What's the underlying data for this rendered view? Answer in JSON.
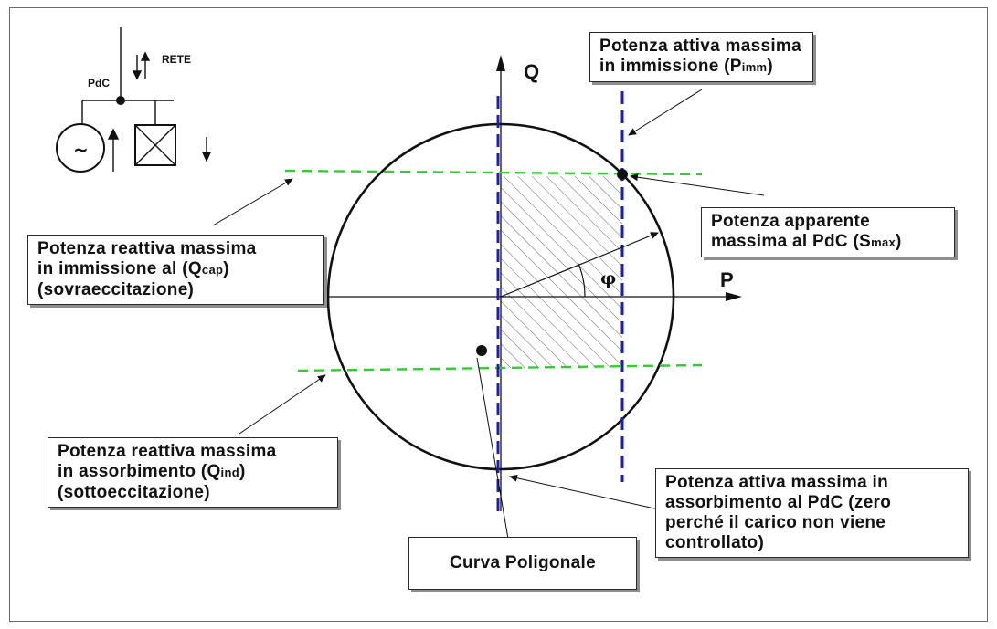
{
  "axes": {
    "q_label": "Q",
    "p_label": "P",
    "angle_symbol": "φ"
  },
  "network": {
    "rete_label": "RETE",
    "pdc_label": "PdC",
    "generator_symbol": "~"
  },
  "labels": {
    "p_imm": {
      "line1": "Potenza attiva massima",
      "line2_main": "in immissione (P",
      "line2_sub": "imm",
      "line2_end": ")"
    },
    "s_max": {
      "line1": "Potenza apparente",
      "line2_main": "massima al PdC (S",
      "line2_sub": "max",
      "line2_end": ")"
    },
    "q_cap": {
      "line1": "Potenza reattiva  massima",
      "line2_main": "in immissione al (Q",
      "line2_sub": "cap",
      "line2_end": ")",
      "line3": "(sovraeccitazione)"
    },
    "q_ind": {
      "line1": "Potenza reattiva massima",
      "line2_main": "in assorbimento  (Q",
      "line2_sub": "ind",
      "line2_end": ")",
      "line3": "(sottoeccitazione)"
    },
    "p_abs": {
      "line1": "Potenza  attiva  massima  in",
      "line2": "assorbimento al PdC (zero",
      "line3": "perché  il  carico  non  viene",
      "line4": "controllato)"
    },
    "curva": {
      "line1": "Curva Poligonale"
    }
  },
  "colors": {
    "green_limit": "#33cc33",
    "blue_limit": "#1f1fa8",
    "outline": "#111111"
  }
}
